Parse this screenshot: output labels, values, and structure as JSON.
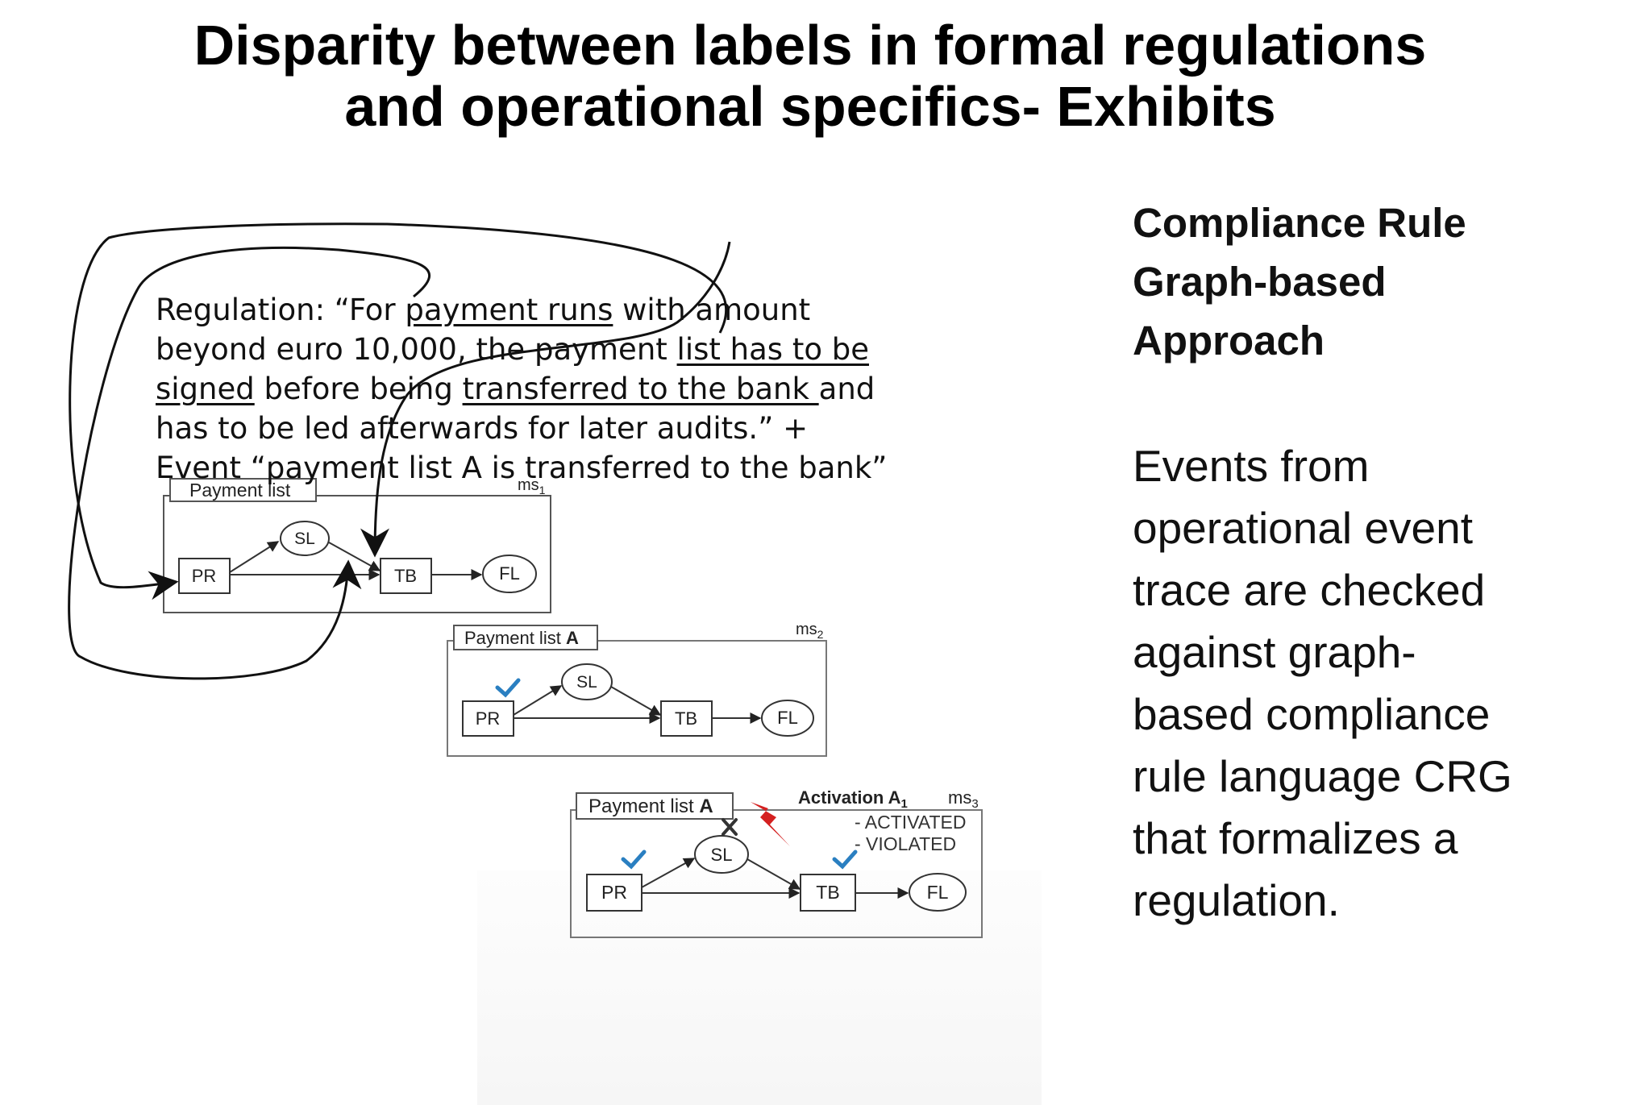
{
  "title": {
    "line1": "Disparity between labels in formal regulations",
    "line2": "and operational specifics- Exhibits"
  },
  "sidebar": {
    "heading": [
      "Compliance Rule",
      "Graph-based",
      "Approach"
    ],
    "body": [
      "Events from",
      "operational event",
      "trace are checked",
      "against graph-",
      "based compliance",
      "rule language CRG",
      "that formalizes a",
      "regulation."
    ]
  },
  "regulation": {
    "l1a": "Regulation: “For ",
    "l1b": "payment runs",
    "l1c": " with amount",
    "l2a": "beyond euro 10,000, the payment ",
    "l2b": "list has to be",
    "l3a": "signed",
    "l3b": " before being ",
    "l3c": "transferred to the bank ",
    "l3d": "and",
    "l4": "has to be led afterwards for later audits.” +",
    "l5": "Event “payment list A is transferred to the bank”"
  },
  "diagrams": {
    "d1": {
      "title": "Payment list",
      "ms": "ms",
      "ms_sub": "1"
    },
    "d2": {
      "title": "Payment list ",
      "title_bold": "A",
      "ms": "ms",
      "ms_sub": "2"
    },
    "d3": {
      "title": "Payment list ",
      "title_bold": "A",
      "ms": "ms",
      "ms_sub": "3",
      "activation": "Activation A",
      "activation_sub": "1",
      "status1": "- ACTIVATED",
      "status2": "- VIOLATED"
    },
    "nodes": {
      "pr": "PR",
      "sl": "SL",
      "tb": "TB",
      "fl": "FL"
    }
  },
  "colors": {
    "check": "#2a7fc1",
    "bolt": "#d42020",
    "line": "#555555"
  }
}
